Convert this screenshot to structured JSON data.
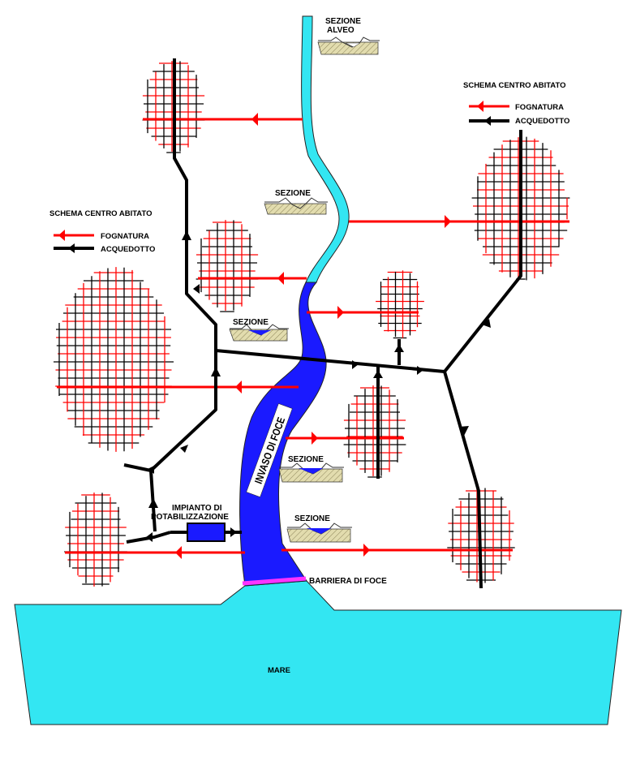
{
  "labels": {
    "sezione_alveo_1": "SEZIONE",
    "sezione_alveo_2": "ALVEO",
    "sezione_1": "SEZIONE",
    "sezione_2": "SEZIONE",
    "sezione_3": "SEZIONE",
    "sezione_4": "SEZIONE",
    "invaso": "INVASO DI FOCE",
    "impianto_1": "IMPIANTO DI",
    "impianto_2": "POTABILIZZAZIONE",
    "barriera": "BARRIERA DI FOCE",
    "mare": "MARE"
  },
  "legend_right": {
    "title": "SCHEMA CENTRO ABITATO",
    "fognatura": "FOGNATURA",
    "acquedotto": "ACQUEDOTTO"
  },
  "legend_left": {
    "title": "SCHEMA CENTRO ABITATO",
    "fognatura": "FOGNATURA",
    "acquedotto": "ACQUEDOTTO"
  },
  "colors": {
    "river": "#33e6f2",
    "reservoir": "#1a1aff",
    "sea": "#33e6f2",
    "sewer": "#ff0000",
    "aqueduct": "#000000",
    "barrier": "#ff33ff",
    "section_fill": "#dcd6a4"
  }
}
